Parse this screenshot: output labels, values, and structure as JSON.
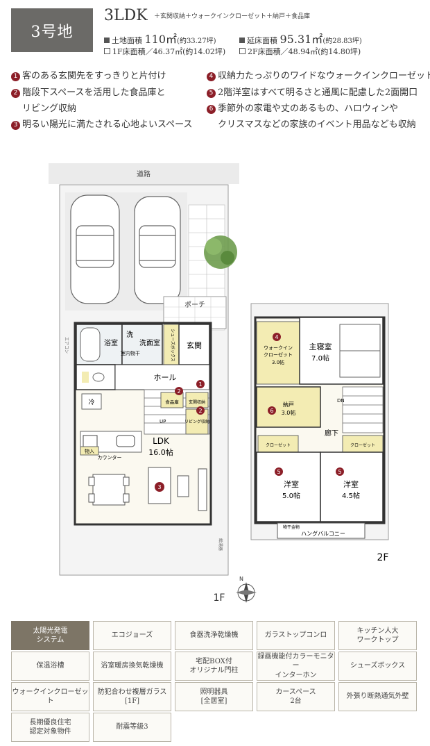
{
  "header": {
    "lot": "3号地",
    "plan": "3LDK",
    "plan_sub": "＋玄関収納＋ウォークインクローゼット＋納戸＋食品庫",
    "land_label": "土地面積",
    "land_value": "110㎡",
    "land_tsubo": "(約33.27坪)",
    "floor_label": "延床面積",
    "floor_value": "95.31㎡",
    "floor_tsubo": "(約28.83坪)",
    "f1_area": "1F床面積／46.37㎡(約14.02坪)",
    "f2_area": "2F床面積／48.94㎡(約14.80坪)"
  },
  "features": [
    {
      "num": "1",
      "text": "客のある玄関先をすっきりと片付け"
    },
    {
      "num": "2",
      "text": "階段下スペースを活用した食品庫と"
    },
    {
      "num": "",
      "text": "リビング収納"
    },
    {
      "num": "3",
      "text": "明るい陽光に満たされる心地よいスペース"
    },
    {
      "num": "4",
      "text": "収納力たっぷりのワイドなウォークインクローゼット"
    },
    {
      "num": "5",
      "text": "2階洋室はすべて明るさと通風に配慮した2面開口"
    },
    {
      "num": "6",
      "text": "季節外の家電や丈のあるもの、ハロウィンや"
    },
    {
      "num": "",
      "text": "クリスマスなどの家族のイベント用品なども収納"
    }
  ],
  "plan1f": {
    "road": "道路",
    "porch": "ポーチ",
    "bath": "浴室",
    "washroom_a": "洗",
    "washroom_b": "洗面室",
    "washroom_c": "室内物干",
    "shoebox": "シューズボックス",
    "entrance": "玄関",
    "hall": "ホール",
    "fridge": "冷",
    "pantry": "食品庫",
    "entrance_storage": "玄関収納",
    "living_storage": "リビング収納",
    "up": "UP",
    "ldk": "LDK",
    "ldk_size": "16.0帖",
    "counter": "カウンター",
    "storage": "物入",
    "floor_label": "1F",
    "aircon_left": "エアコン",
    "aircon_right": "給湯器"
  },
  "plan2f": {
    "wic": "ウォークイン",
    "wic2": "クローゼット",
    "wic_size": "3.0帖",
    "master": "主寝室",
    "master_size": "7.0帖",
    "nando": "納戸",
    "nando_size": "3.0帖",
    "dn": "DN",
    "hallway": "廊下",
    "closet_a": "クローゼット",
    "closet_b": "クローゼット",
    "room_a": "洋室",
    "room_a_size": "5.0帖",
    "room_b": "洋室",
    "room_b_size": "4.5帖",
    "hanger": "物干金物",
    "balcony": "ハングバルコニー",
    "floor_label": "2F"
  },
  "compass": "N",
  "equipment": [
    {
      "label": "太陽光発電\nシステム",
      "on": true
    },
    {
      "label": "エコジョーズ",
      "on": false
    },
    {
      "label": "食器洗浄乾燥機",
      "on": false
    },
    {
      "label": "ガラストップコンロ",
      "on": false
    },
    {
      "label": "キッチン人大\nワークトップ",
      "on": false
    },
    {
      "label": "保温浴槽",
      "on": false
    },
    {
      "label": "浴室暖房換気乾燥機",
      "on": false
    },
    {
      "label": "宅配BOX付\nオリジナル門柱",
      "on": false
    },
    {
      "label": "録画機能付カラーモニター\nインターホン",
      "on": false
    },
    {
      "label": "シューズボックス",
      "on": false
    },
    {
      "label": "ウォークインクローゼット",
      "on": false
    },
    {
      "label": "防犯合わせ複層ガラス\n[1F]",
      "on": false
    },
    {
      "label": "照明器具\n[全居室]",
      "on": false
    },
    {
      "label": "カースペース\n2台",
      "on": false
    },
    {
      "label": "外張り断熱通気外壁",
      "on": false
    },
    {
      "label": "長期優良住宅\n認定対象物件",
      "on": false
    },
    {
      "label": "耐震等級3",
      "on": false
    }
  ],
  "colors": {
    "accent": "#8c1f28",
    "badge": "#6b6a67",
    "storage_fill": "#f3ecb3",
    "equipment_on": "#7d7566"
  }
}
